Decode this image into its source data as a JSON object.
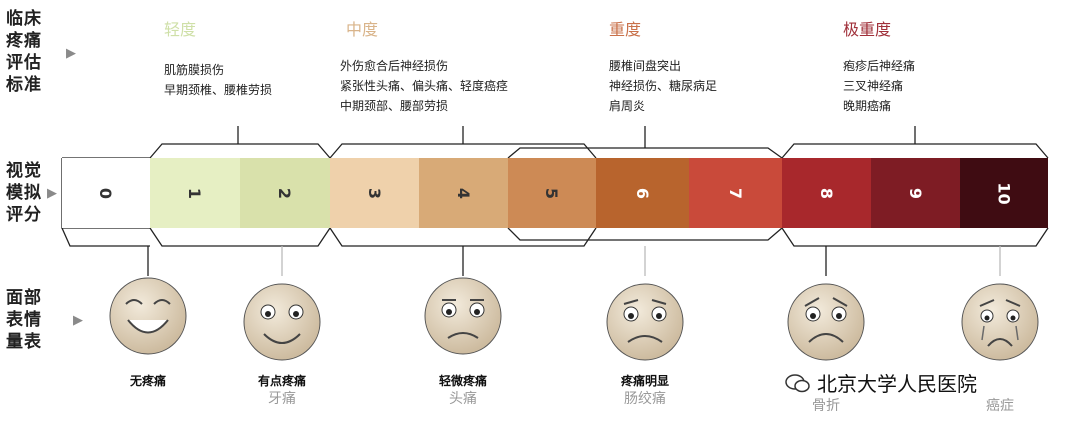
{
  "row_labels": {
    "clinical": [
      "临床",
      "疼痛",
      "评估",
      "标准"
    ],
    "visual": [
      "视觉",
      "模拟",
      "评分"
    ],
    "face": [
      "面部",
      "表情",
      "量表"
    ]
  },
  "arrow_glyph": "▶",
  "severity": [
    {
      "title": "轻度",
      "color": "#cfe0a8",
      "conditions": [
        "肌筋膜损伤",
        "早期颈椎、腰椎劳损"
      ]
    },
    {
      "title": "中度",
      "color": "#d9b48a",
      "conditions": [
        "外伤愈合后神经损伤",
        "紧张性头痛、偏头痛、轻度癌痉",
        "中期颈部、腰部劳损"
      ]
    },
    {
      "title": "重度",
      "color": "#c9714a",
      "conditions": [
        "腰椎间盘突出",
        "神经损伤、糖尿病足",
        "肩周炎"
      ]
    },
    {
      "title": "极重度",
      "color": "#a0303a",
      "conditions": [
        "疱疹后神经痛",
        "三叉神经痛",
        "晚期癌痛"
      ]
    }
  ],
  "scale": [
    {
      "value": "0",
      "color": "#ffffff",
      "text_color": "#333333"
    },
    {
      "value": "1",
      "color": "#e6efc3",
      "text_color": "#333333"
    },
    {
      "value": "2",
      "color": "#d9e1ab",
      "text_color": "#333333"
    },
    {
      "value": "3",
      "color": "#efd1ab",
      "text_color": "#333333"
    },
    {
      "value": "4",
      "color": "#d8aa77",
      "text_color": "#333333"
    },
    {
      "value": "5",
      "color": "#cd8a55",
      "text_color": "#333333"
    },
    {
      "value": "6",
      "color": "#b8642d",
      "text_color": "#ffffff"
    },
    {
      "value": "7",
      "color": "#c94a3a",
      "text_color": "#ffffff"
    },
    {
      "value": "8",
      "color": "#a8282c",
      "text_color": "#ffffff"
    },
    {
      "value": "9",
      "color": "#7e1c24",
      "text_color": "#ffffff"
    },
    {
      "value": "10",
      "color": "#3f0c12",
      "text_color": "#ffffff"
    }
  ],
  "faces": [
    {
      "label": "无疼痛",
      "sub": ""
    },
    {
      "label": "有点疼痛",
      "sub": "牙痛"
    },
    {
      "label": "轻微疼痛",
      "sub": "头痛"
    },
    {
      "label": "疼痛明显",
      "sub": "肠绞痛"
    },
    {
      "label": "",
      "sub": "骨折"
    },
    {
      "label": "",
      "sub": "癌症"
    }
  ],
  "watermark": "北京大学人民医院"
}
